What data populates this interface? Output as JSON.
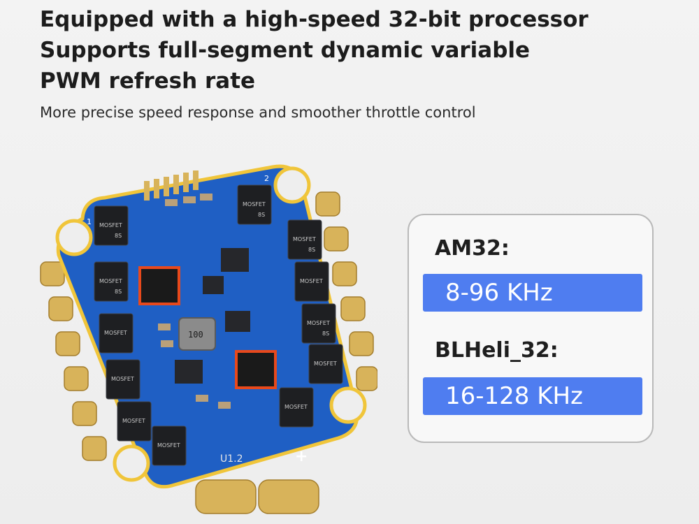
{
  "headline": {
    "line1": "Equipped with a high-speed 32-bit processor",
    "line2": "Supports full-segment dynamic variable",
    "line3": "PWM refresh rate"
  },
  "subheadline": "More precise speed response and smoother throttle control",
  "board": {
    "mosfet_label": "MOSFET",
    "mosfet_sub": "8S",
    "inductor_label": "100",
    "version_label": "U1.2",
    "plus_mark": "+",
    "corner_2": "2",
    "corner_1": "1",
    "colors": {
      "pcb": "#1f5fc4",
      "pads": "#d8b35a",
      "chip_outline": "#e8491c"
    }
  },
  "specs": {
    "am32_label": "AM32:",
    "am32_value": "8-96 KHz",
    "blheli_label": "BLHeli_32:",
    "blheli_value": "16-128 KHz",
    "accent_color": "#4f7df0"
  }
}
